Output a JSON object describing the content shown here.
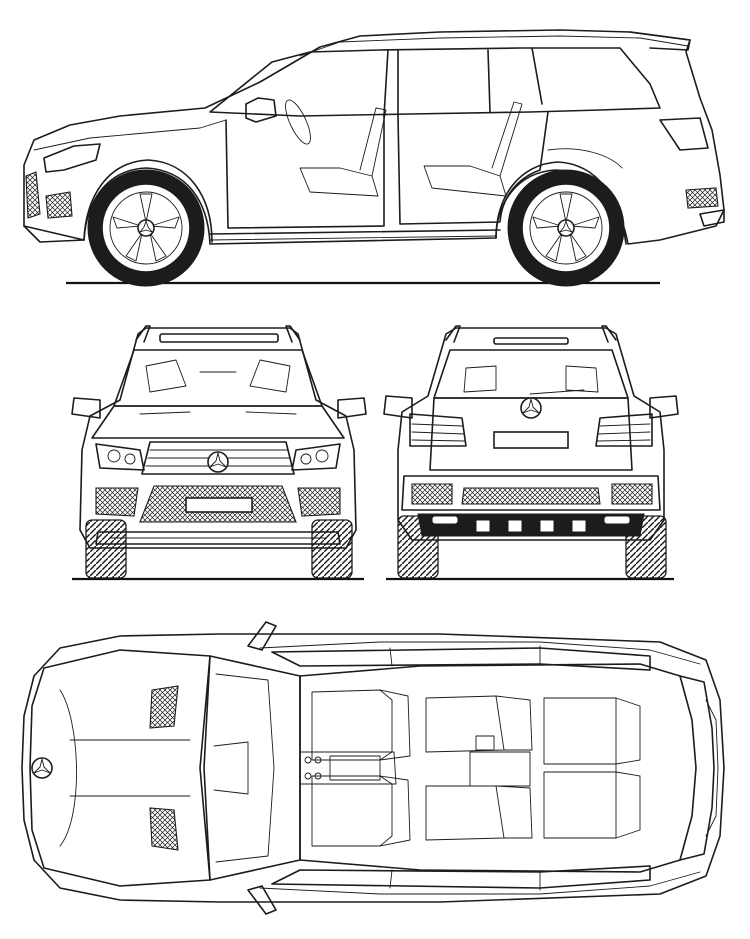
{
  "views": [
    {
      "id": "side",
      "name": "side-view"
    },
    {
      "id": "front",
      "name": "front-view"
    },
    {
      "id": "rear",
      "name": "rear-view"
    },
    {
      "id": "top",
      "name": "top-view"
    }
  ],
  "colors": {
    "line": "#1c1c1c",
    "background": "#ffffff"
  },
  "icons": [
    "star-emblem-icon"
  ]
}
